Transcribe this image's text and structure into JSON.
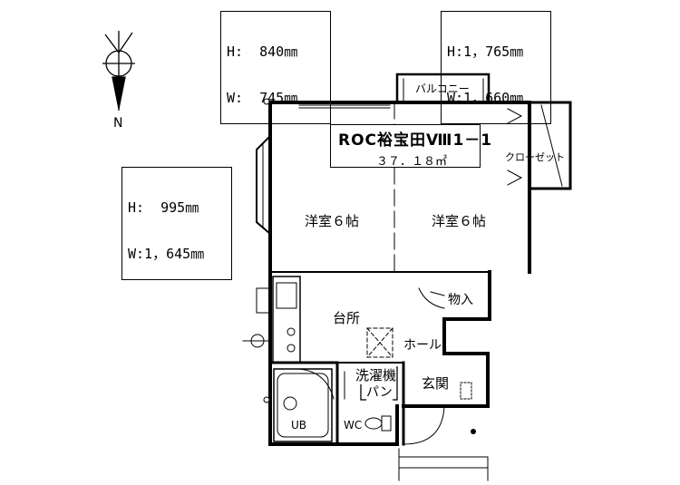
{
  "plan": {
    "title": "ROC裕宝田Ⅷ1－1",
    "area": "３７．１８㎡",
    "compass_label": "N"
  },
  "dimensions": {
    "window_top_left": {
      "h": "H:  840㎜",
      "w": "W:  745㎜"
    },
    "window_top_right": {
      "h": "H:1，765㎜",
      "w": "W:1，660㎜"
    },
    "window_left": {
      "h": "H:  995㎜",
      "w": "W:1，645㎜"
    }
  },
  "rooms": {
    "western_room_1": "洋室６帖",
    "western_room_2": "洋室６帖",
    "kitchen": "台所",
    "hall": "ホール",
    "washer": "洗濯機",
    "pan": "パン",
    "entrance": "玄関",
    "storage": "物入",
    "closet": "クローゼット",
    "balcony": "バルコニー",
    "bath": "UB",
    "toilet": "WC"
  }
}
